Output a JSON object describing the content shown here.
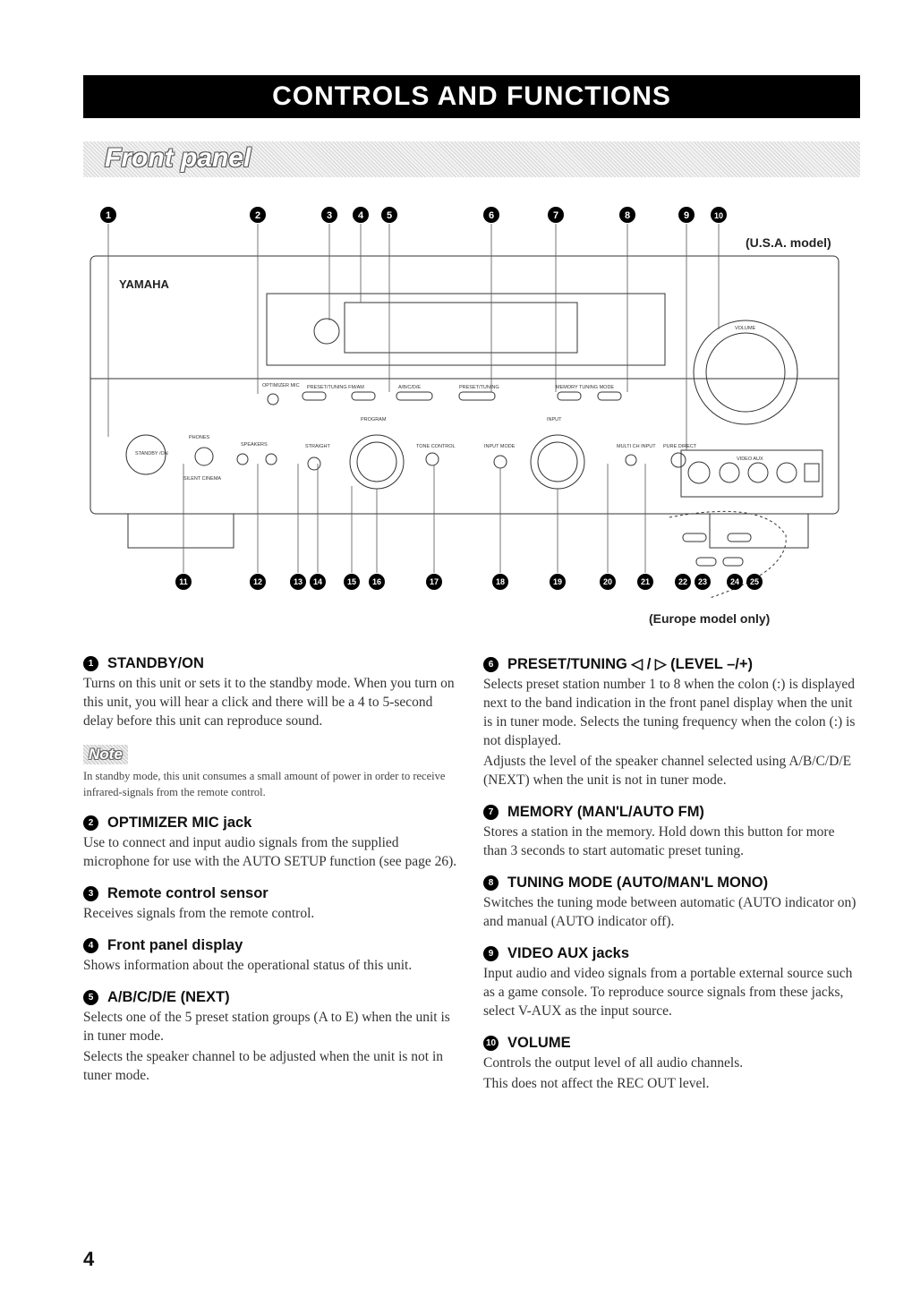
{
  "page": {
    "title": "CONTROLS AND FUNCTIONS",
    "section": "Front panel",
    "page_number": "4"
  },
  "diagram": {
    "brand": "YAMAHA",
    "usa_label": "(U.S.A. model)",
    "europe_label": "(Europe model only)",
    "top_callouts": [
      "1",
      "2",
      "3",
      "4",
      "5",
      "6",
      "7",
      "8",
      "9",
      "10"
    ],
    "bottom_callouts": [
      "11",
      "12",
      "13",
      "14",
      "15",
      "16",
      "17",
      "18",
      "19",
      "20",
      "21",
      "22",
      "23",
      "24",
      "25"
    ],
    "panel_labels": {
      "volume": "VOLUME",
      "phones": "PHONES",
      "speakers": "SPEAKERS",
      "standby": "STANDBY /ON",
      "silent_cinema": "SILENT CINEMA",
      "straight": "STRAIGHT",
      "program": "PROGRAM",
      "tone_control": "TONE CONTROL",
      "input_mode": "INPUT MODE",
      "input": "INPUT",
      "multi_ch_input": "MULTI CH INPUT",
      "pure_direct": "PURE DIRECT",
      "video_aux": "VIDEO AUX",
      "optimizer_mic": "OPTIMIZER MIC",
      "preset_tuning_fm_am": "PRESET/TUNING FM/AM",
      "abcde": "A/B/C/D/E",
      "preset_tuning_center": "PRESET/TUNING",
      "memory_tuning_mode": "MEMORY TUNING MODE"
    }
  },
  "left_items": [
    {
      "num": "1",
      "heading": "STANDBY/ON",
      "text": [
        "Turns on this unit or sets it to the standby mode. When you turn on this unit, you will hear a click and there will be a 4 to 5-second delay before this unit can reproduce sound."
      ]
    },
    {
      "num": "2",
      "heading": "OPTIMIZER MIC jack",
      "text": [
        "Use to connect and input audio signals from the supplied microphone for use with the AUTO SETUP function (see page 26)."
      ]
    },
    {
      "num": "3",
      "heading": "Remote control sensor",
      "text": [
        "Receives signals from the remote control."
      ]
    },
    {
      "num": "4",
      "heading": "Front panel display",
      "text": [
        "Shows information about the operational status of this unit."
      ]
    },
    {
      "num": "5",
      "heading": "A/B/C/D/E (NEXT)",
      "text": [
        "Selects one of the 5 preset station groups (A to E) when the unit is in tuner mode.",
        "Selects the speaker channel to be adjusted when the unit is not in tuner mode."
      ]
    }
  ],
  "note": {
    "label": "Note",
    "text": "In standby mode, this unit consumes a small amount of power in order to receive infrared-signals from the remote control."
  },
  "right_items": [
    {
      "num": "6",
      "heading": "PRESET/TUNING ◁ / ▷ (LEVEL –/+)",
      "text": [
        "Selects preset station number 1 to 8 when the colon (:) is displayed next to the band indication in the front panel display when the unit is in tuner mode. Selects the tuning frequency when the colon (:) is not displayed.",
        "Adjusts the level of the speaker channel selected using A/B/C/D/E (NEXT) when the unit is not in tuner mode."
      ]
    },
    {
      "num": "7",
      "heading": "MEMORY (MAN'L/AUTO FM)",
      "text": [
        "Stores a station in the memory. Hold down this button for more than 3 seconds to start automatic preset tuning."
      ]
    },
    {
      "num": "8",
      "heading": "TUNING MODE (AUTO/MAN'L MONO)",
      "text": [
        "Switches the tuning mode between automatic (AUTO indicator on) and manual (AUTO indicator off)."
      ]
    },
    {
      "num": "9",
      "heading": "VIDEO AUX jacks",
      "text": [
        "Input audio and video signals from a portable external source such as a game console. To reproduce source signals from these jacks, select V-AUX as the input source."
      ]
    },
    {
      "num": "10",
      "heading": "VOLUME",
      "text": [
        "Controls the output level of all audio channels.",
        "This does not affect the REC OUT level."
      ]
    }
  ]
}
